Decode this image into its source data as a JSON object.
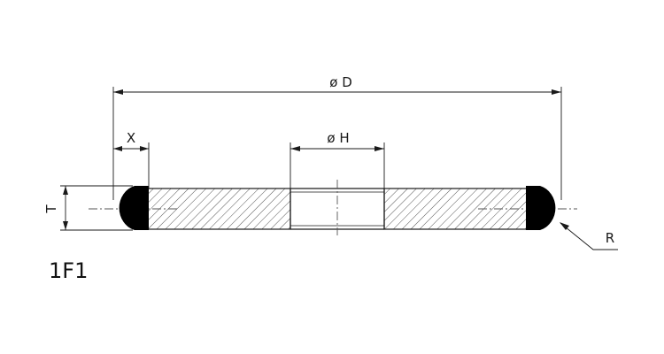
{
  "drawing": {
    "model_code": "1F1",
    "dimensions": {
      "outer_diameter": "ø D",
      "bore_diameter": "ø H",
      "rim_width": "X",
      "thickness": "T",
      "radius": "R"
    },
    "colors": {
      "line": "#1a1a1a",
      "hatch": "#555555",
      "abrasive": "#000000",
      "background": "#ffffff"
    }
  }
}
